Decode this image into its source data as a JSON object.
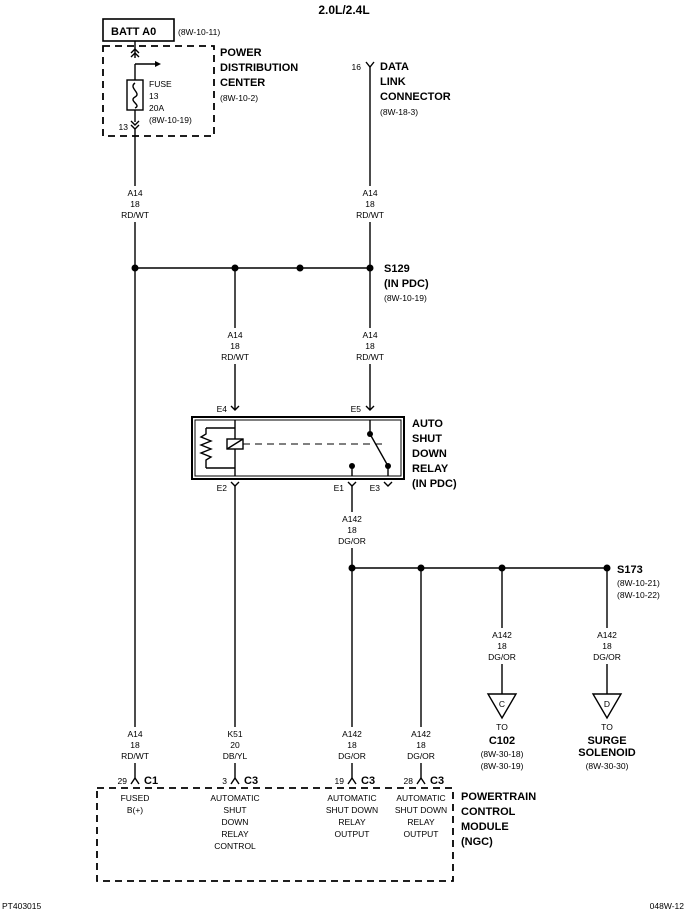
{
  "header": {
    "title": "2.0L/2.4L"
  },
  "footer": {
    "left_code": "PT403015",
    "right_code": "048W-12"
  },
  "batt": {
    "label": "BATT A0",
    "ref": "(8W-10-11)"
  },
  "pdc": {
    "name_lines": [
      "POWER",
      "DISTRIBUTION",
      "CENTER"
    ],
    "ref": "(8W-10-2)",
    "fuse_lines": [
      "FUSE",
      "13",
      "20A",
      "(8W-10-19)"
    ],
    "cavity": "13"
  },
  "dlc": {
    "pin": "16",
    "name_lines": [
      "DATA",
      "LINK",
      "CONNECTOR"
    ],
    "ref": "(8W-18-3)"
  },
  "splice_s129": {
    "name_lines": [
      "S129",
      "(IN PDC)"
    ],
    "ref": "(8W-10-19)"
  },
  "splice_s173": {
    "name": "S173",
    "refs": [
      "(8W-10-21)",
      "(8W-10-22)"
    ]
  },
  "relay": {
    "name_lines": [
      "AUTO",
      "SHUT",
      "DOWN",
      "RELAY",
      "(IN PDC)"
    ],
    "pins": {
      "e4": "E4",
      "e5": "E5",
      "e2": "E2",
      "e1": "E1",
      "e3": "E3"
    }
  },
  "wires": {
    "a14_top_left": [
      "A14",
      "18",
      "RD/WT"
    ],
    "a14_top_right": [
      "A14",
      "18",
      "RD/WT"
    ],
    "a14_mid_left": [
      "A14",
      "18",
      "RD/WT"
    ],
    "a14_mid_right": [
      "A14",
      "18",
      "RD/WT"
    ],
    "a142_relay": [
      "A142",
      "18",
      "DG/OR"
    ],
    "a142_c102": [
      "A142",
      "18",
      "DG/OR"
    ],
    "a142_surge": [
      "A142",
      "18",
      "DG/OR"
    ],
    "a14_c1": [
      "A14",
      "18",
      "RD/WT"
    ],
    "k51_c3": [
      "K51",
      "20",
      "DB/YL"
    ],
    "a142_c3_19": [
      "A142",
      "18",
      "DG/OR"
    ],
    "a142_c3_28": [
      "A142",
      "18",
      "DG/OR"
    ]
  },
  "c102": {
    "letter": "C",
    "to": "TO",
    "name": "C102",
    "refs": [
      "(8W-30-18)",
      "(8W-30-19)"
    ]
  },
  "surge": {
    "letter": "D",
    "to": "TO",
    "name_lines": [
      "SURGE",
      "SOLENOID"
    ],
    "ref": "(8W-30-30)"
  },
  "pcm": {
    "name_lines": [
      "POWERTRAIN",
      "CONTROL",
      "MODULE",
      "(NGC)"
    ],
    "conn1": {
      "pin": "29",
      "conn": "C1",
      "desc": [
        "FUSED",
        "B(+)"
      ]
    },
    "conn2": {
      "pin": "3",
      "conn": "C3",
      "desc": [
        "AUTOMATIC",
        "SHUT",
        "DOWN",
        "RELAY",
        "CONTROL"
      ]
    },
    "conn3": {
      "pin": "19",
      "conn": "C3",
      "desc": [
        "AUTOMATIC",
        "SHUT DOWN",
        "RELAY",
        "OUTPUT"
      ]
    },
    "conn4": {
      "pin": "28",
      "conn": "C3",
      "desc": [
        "AUTOMATIC",
        "SHUT DOWN",
        "RELAY",
        "OUTPUT"
      ]
    }
  }
}
